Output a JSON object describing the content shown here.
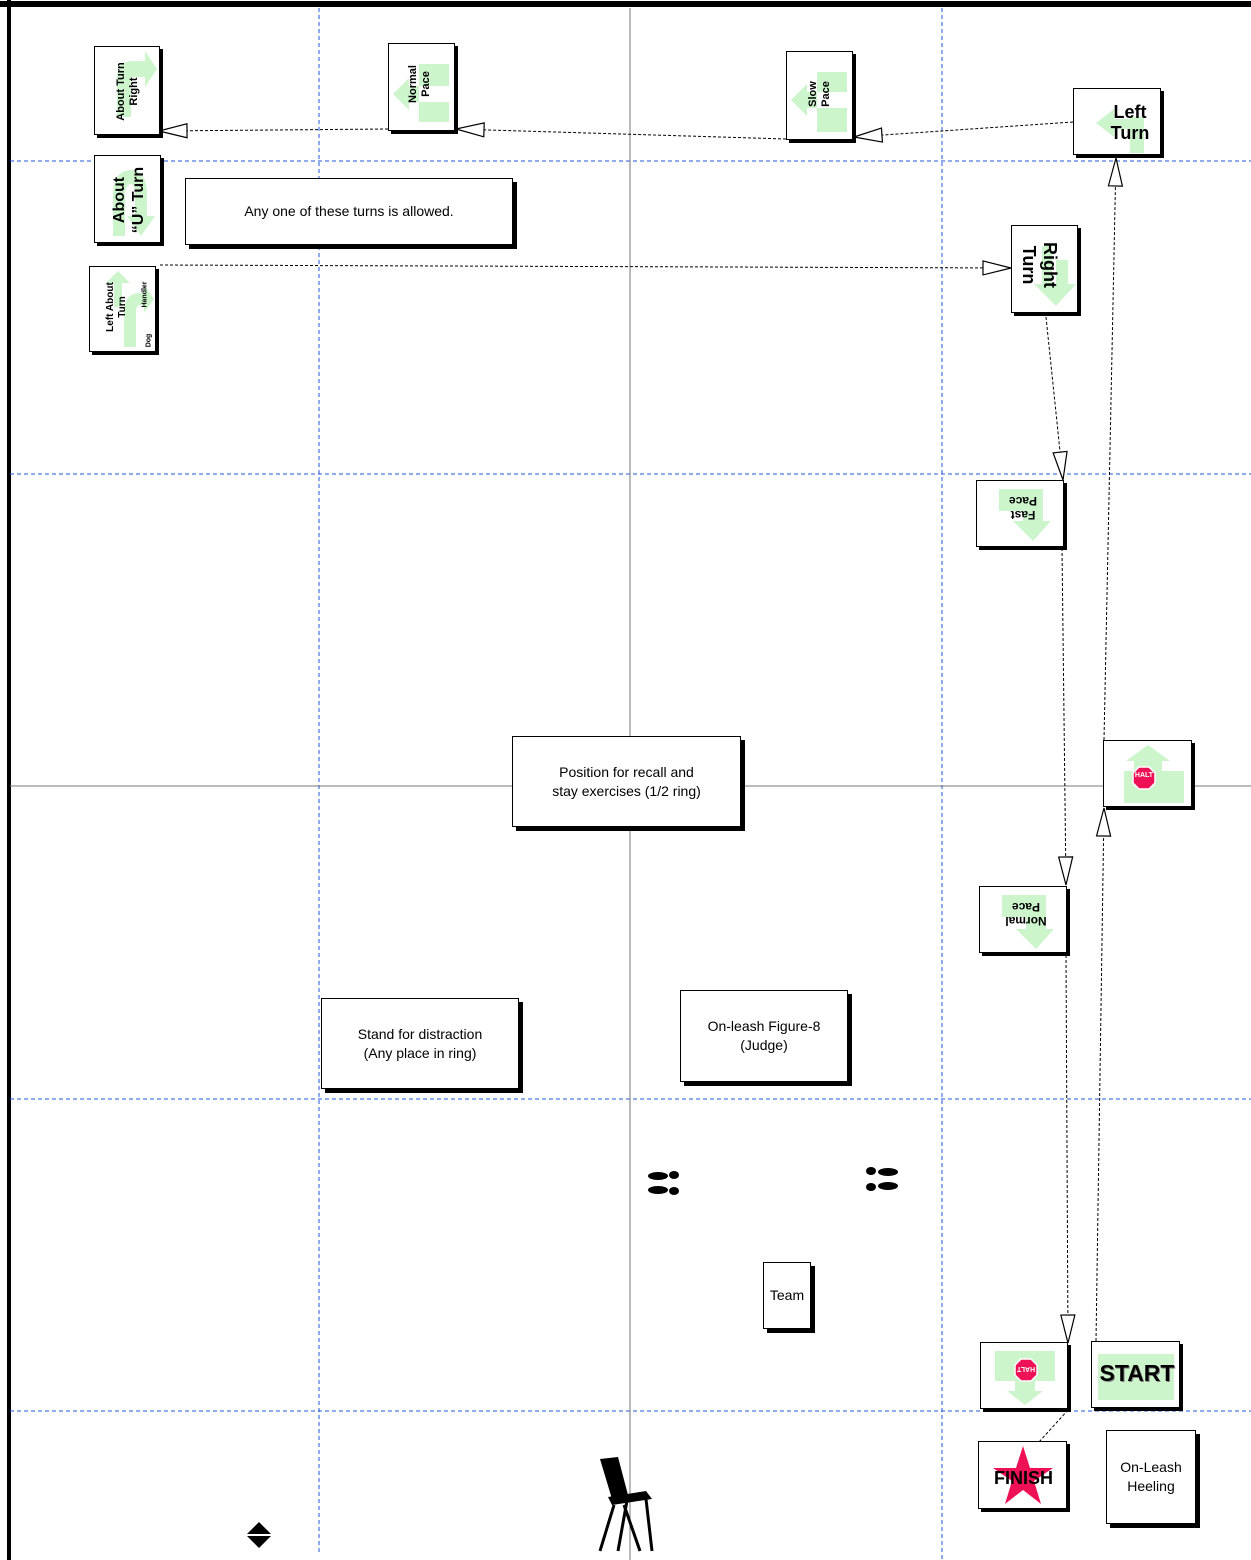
{
  "notes": {
    "turns_note": "Any one of these turns is allowed.",
    "recall_line1": "Position for recall and",
    "recall_line2": "stay exercises (1/2 ring)",
    "stand_line1": "Stand for distraction",
    "stand_line2": "(Any place in ring)",
    "figure8_line1": "On-leash Figure-8",
    "figure8_line2": "(Judge)",
    "team": "Team",
    "class_line1": "On-Leash",
    "class_line2": "Heeling"
  },
  "signs": {
    "about_turn_right_l1": "About Turn",
    "about_turn_right_l2": "Right",
    "normal_pace_top_l1": "Normal",
    "normal_pace_top_l2": "Pace",
    "slow_pace_l1": "Slow",
    "slow_pace_l2": "Pace",
    "left_turn_l1": "Left",
    "left_turn_l2": "Turn",
    "about_u_turn_l1": "About",
    "about_u_turn_l2": "“U” Turn",
    "left_about_turn_l1": "Left About",
    "left_about_turn_l2": "Turn",
    "left_about_handler": "Handler",
    "left_about_dog": "Dog",
    "right_turn_l1": "Right",
    "right_turn_l2": "Turn",
    "fast_pace_l1": "Fast",
    "fast_pace_l2": "Pace",
    "halt_right": "HALT",
    "normal_pace_low_l1": "Normal",
    "normal_pace_low_l2": "Pace",
    "halt_bottom": "HALT",
    "start": "START",
    "finish": "FINISH"
  },
  "colors": {
    "arrow_green": "#ccf5cc",
    "halt_red": "#ee1155",
    "grid_blue": "#2255dd",
    "center_line": "#777777"
  },
  "icons": [
    "footprints-icon",
    "footprints-icon",
    "chair-icon",
    "up-down-arrow-icon"
  ]
}
